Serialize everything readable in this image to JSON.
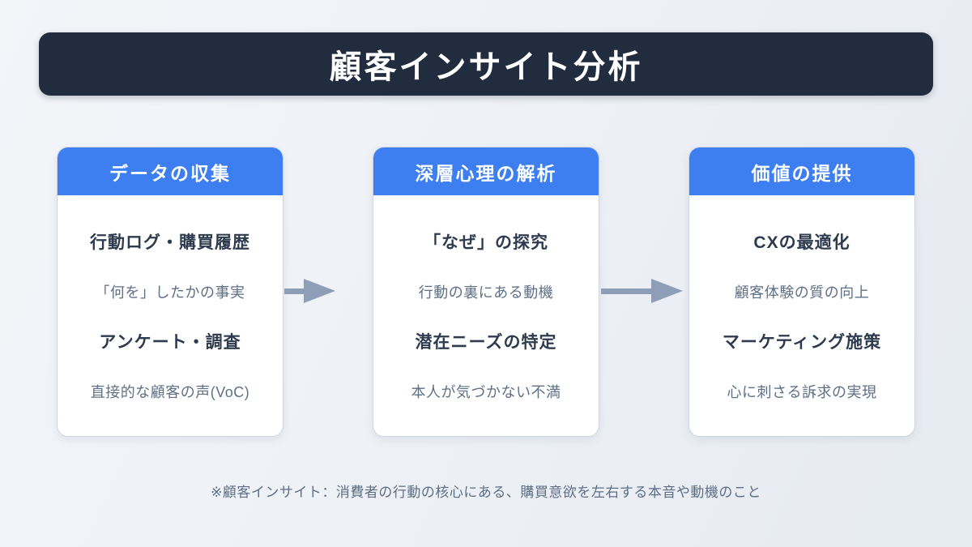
{
  "title": "顧客インサイト分析",
  "cards": [
    {
      "header": "データの収集",
      "items": [
        {
          "type": "bold",
          "text": "行動ログ・購買履歴"
        },
        {
          "type": "sub",
          "text": "「何を」したかの事実"
        },
        {
          "type": "bold",
          "text": "アンケート・調査"
        },
        {
          "type": "sub",
          "text": "直接的な顧客の声(VoC)"
        }
      ]
    },
    {
      "header": "深層心理の解析",
      "items": [
        {
          "type": "bold",
          "text": "「なぜ」の探究"
        },
        {
          "type": "sub",
          "text": "行動の裏にある動機"
        },
        {
          "type": "bold",
          "text": "潜在ニーズの特定"
        },
        {
          "type": "sub",
          "text": "本人が気づかない不満"
        }
      ]
    },
    {
      "header": "価値の提供",
      "items": [
        {
          "type": "bold",
          "text": "CXの最適化"
        },
        {
          "type": "sub",
          "text": "顧客体験の質の向上"
        },
        {
          "type": "bold",
          "text": "マーケティング施策"
        },
        {
          "type": "sub",
          "text": "心に刺さる訴求の実現"
        }
      ]
    }
  ],
  "footnote": "※顧客インサイト：消費者の行動の核心にある、購買意欲を左右する本音や動機のこと",
  "colors": {
    "banner_bg": "#212c3e",
    "header_bg": "#3d7ff0",
    "bold_text": "#2e3b4e",
    "sub_text": "#5f7086",
    "arrow": "#8e9eb6",
    "card_border": "#cdd6e2",
    "footnote_text": "#5d6e84"
  }
}
